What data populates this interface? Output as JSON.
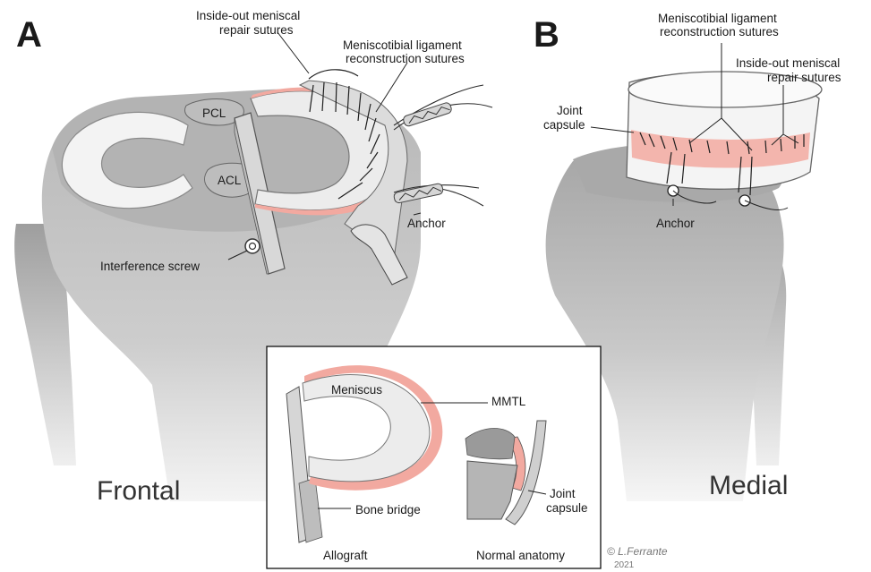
{
  "panel_a": {
    "letter": "A",
    "view": "Frontal",
    "labels": {
      "inside_out_l1": "Inside-out meniscal",
      "inside_out_l2": "repair sutures",
      "mctl_l1": "Meniscotibial ligament",
      "mctl_l2": "reconstruction sutures",
      "pcl": "PCL",
      "acl": "ACL",
      "anchor": "Anchor",
      "screw": "Interference screw"
    }
  },
  "panel_b": {
    "letter": "B",
    "view": "Medial",
    "labels": {
      "mctl_l1": "Meniscotibial ligament",
      "mctl_l2": "reconstruction sutures",
      "inside_out_l1": "Inside-out meniscal",
      "inside_out_l2": "repair sutures",
      "capsule_l1": "Joint",
      "capsule_l2": "capsule",
      "anchor": "Anchor"
    }
  },
  "inset": {
    "meniscus": "Meniscus",
    "mmtl": "MMTL",
    "bone_bridge": "Bone bridge",
    "capsule_l1": "Joint",
    "capsule_l2": "capsule",
    "allograft": "Allograft",
    "normal_anatomy": "Normal anatomy"
  },
  "signature": {
    "name": "© L.Ferrante",
    "year": "2021"
  },
  "colors": {
    "bone": "#cfcfcf",
    "bone_dark": "#8f8f8f",
    "meniscus": "#ececec",
    "ligament_pink": "#f2a9a0",
    "line": "#2a2a2a"
  }
}
